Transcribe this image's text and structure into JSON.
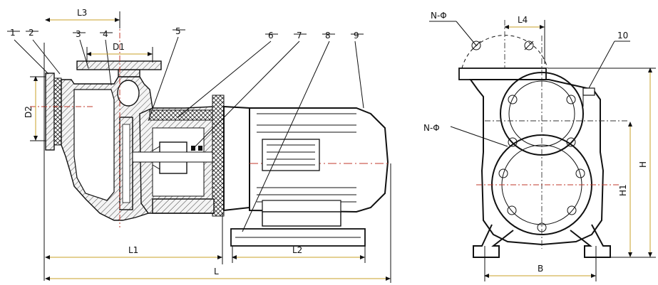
{
  "part_labels": [
    "1",
    "2",
    "3",
    "4",
    "5",
    "6",
    "7",
    "8",
    "9",
    "10"
  ],
  "dimensions": {
    "L3": "L3",
    "D1": "D1",
    "D2": "D2",
    "L1": "L1",
    "L2": "L2",
    "L": "L",
    "L4": "L4",
    "B": "B",
    "H": "H",
    "H1": "H1"
  },
  "hole_labels": {
    "top": "N-Φ",
    "side": "N-Φ"
  }
}
